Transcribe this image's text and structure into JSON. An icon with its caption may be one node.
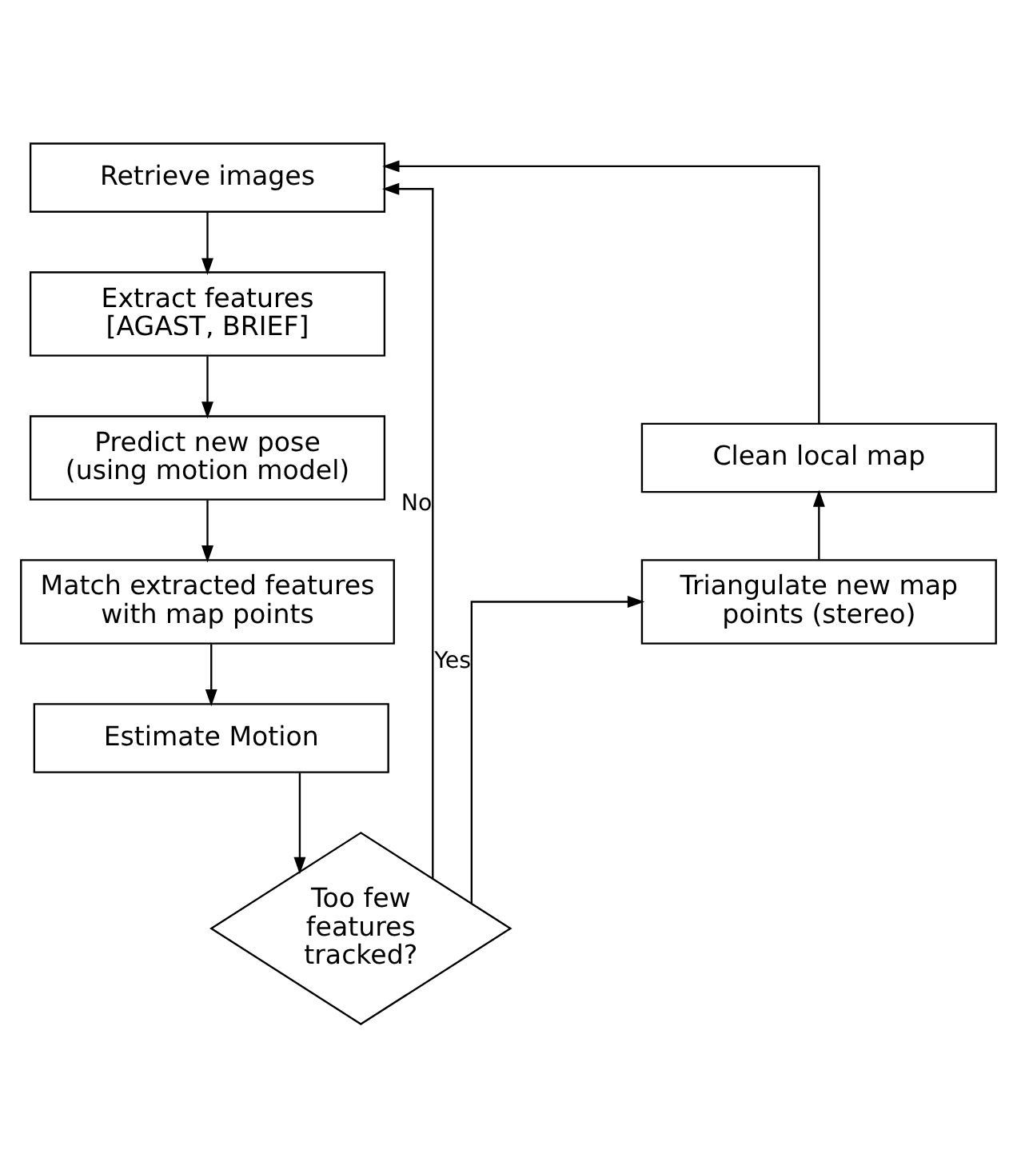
{
  "diagram": {
    "nodes": [
      {
        "text": [
          "Retrieve images"
        ]
      },
      {
        "text": [
          "Extract features [AGAST, BRIEF]"
        ]
      },
      {
        "text": [
          "Predict new pose (using motion model)"
        ]
      },
      {
        "text": [
          "Match extracted features with map points"
        ]
      },
      {
        "text": [
          "Estimate Motion"
        ]
      },
      {
        "text": [
          "Too few features tracked?"
        ]
      },
      {
        "text": [
          "Triangulate new map points (stereo)"
        ]
      },
      {
        "text": [
          "Clean local map"
        ]
      }
    ],
    "edges": [
      {
        "from": 0,
        "to": 1,
        "arrow": "to"
      },
      {
        "from": 1,
        "to": 2,
        "arrow": "to"
      },
      {
        "from": 2,
        "to": 3,
        "arrow": "to"
      },
      {
        "from": 3,
        "to": 4,
        "arrow": "to"
      },
      {
        "from": 4,
        "to": 5,
        "arrow": "to"
      },
      {
        "from": 5,
        "to": 6,
        "arrow": "to",
        "label": "Yes"
      },
      {
        "from": 6,
        "to": 7,
        "arrow": "to"
      },
      {
        "from": 7,
        "to": 0,
        "arrow": "to"
      },
      {
        "from": 5,
        "to": 0,
        "arrow": "to",
        "label": "No"
      }
    ]
  }
}
